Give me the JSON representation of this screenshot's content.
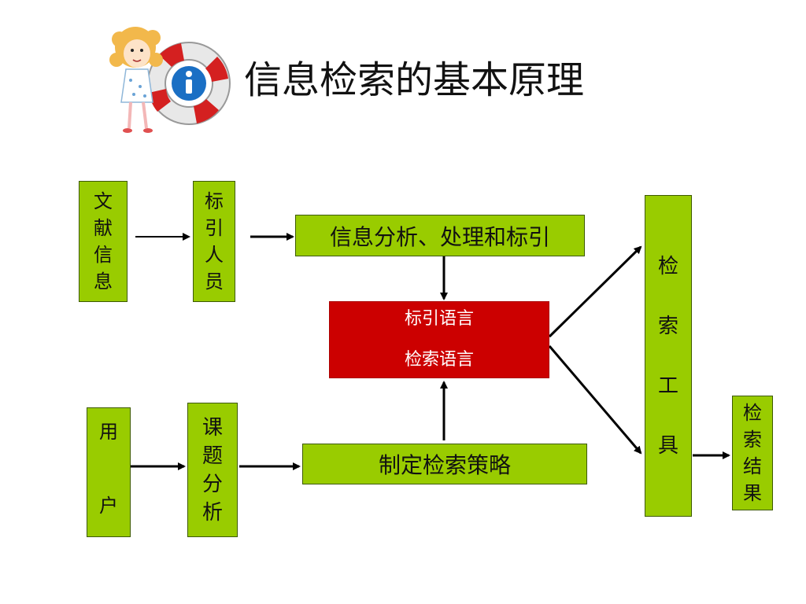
{
  "title": "信息检索的基本原理",
  "nodes": {
    "doc_info": [
      "文",
      "献",
      "信",
      "息"
    ],
    "indexer": [
      "标",
      "引",
      "人",
      "员"
    ],
    "analysis": "信息分析、处理和标引",
    "language": [
      "标引语言",
      "检索语言"
    ],
    "user": [
      "用",
      "户"
    ],
    "topic_analysis": [
      "课",
      "题",
      "分",
      "析"
    ],
    "strategy": "制定检索策略",
    "tool": [
      "检",
      "索",
      "工",
      "具"
    ],
    "result": [
      "检",
      "索",
      "结",
      "果"
    ]
  },
  "colors": {
    "box": "#99cc00",
    "highlight": "#cc0000",
    "arrow": "#000000"
  },
  "icons": {
    "logo": "girl-with-info-lifebuoy-icon"
  }
}
